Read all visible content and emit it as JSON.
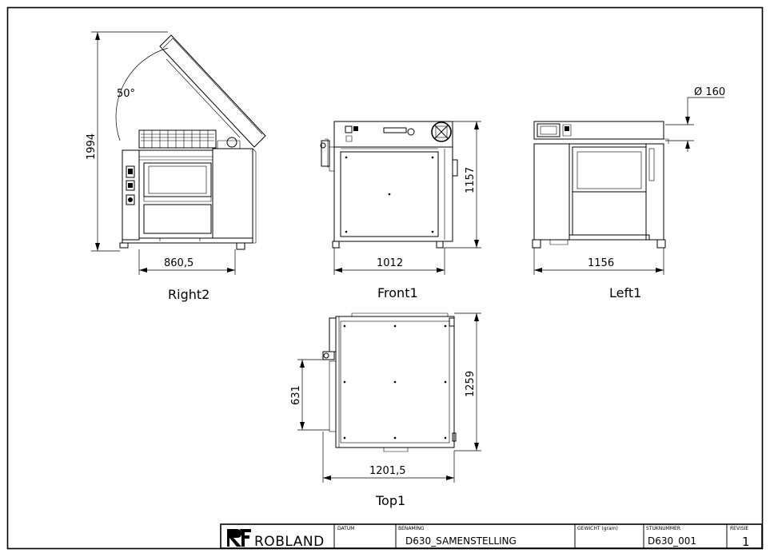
{
  "views": {
    "right": {
      "label": "Right2",
      "dim_width": "860,5",
      "dim_height": "1994",
      "angle": "50°"
    },
    "front": {
      "label": "Front1",
      "dim_width": "1012",
      "dim_height": "1157"
    },
    "left": {
      "label": "Left1",
      "dim_width": "1156",
      "dim_diameter": "Ø 160"
    },
    "top": {
      "label": "Top1",
      "dim_width": "1201,5",
      "dim_height": "1259",
      "dim_offset": "631"
    }
  },
  "title_block": {
    "logo_text": "ROBLAND",
    "datum_label": "DATUM",
    "datum_value": "",
    "benaming_label": "BENAMING",
    "benaming_value": "D630_SAMENSTELLING",
    "gewicht_label": "GEWICHT (gram)",
    "gewicht_value": "",
    "stuknummer_label": "STUKNUMMER",
    "stuknummer_value": "D630_001",
    "revisie_label": "REVISIE",
    "revisie_value": "1"
  }
}
